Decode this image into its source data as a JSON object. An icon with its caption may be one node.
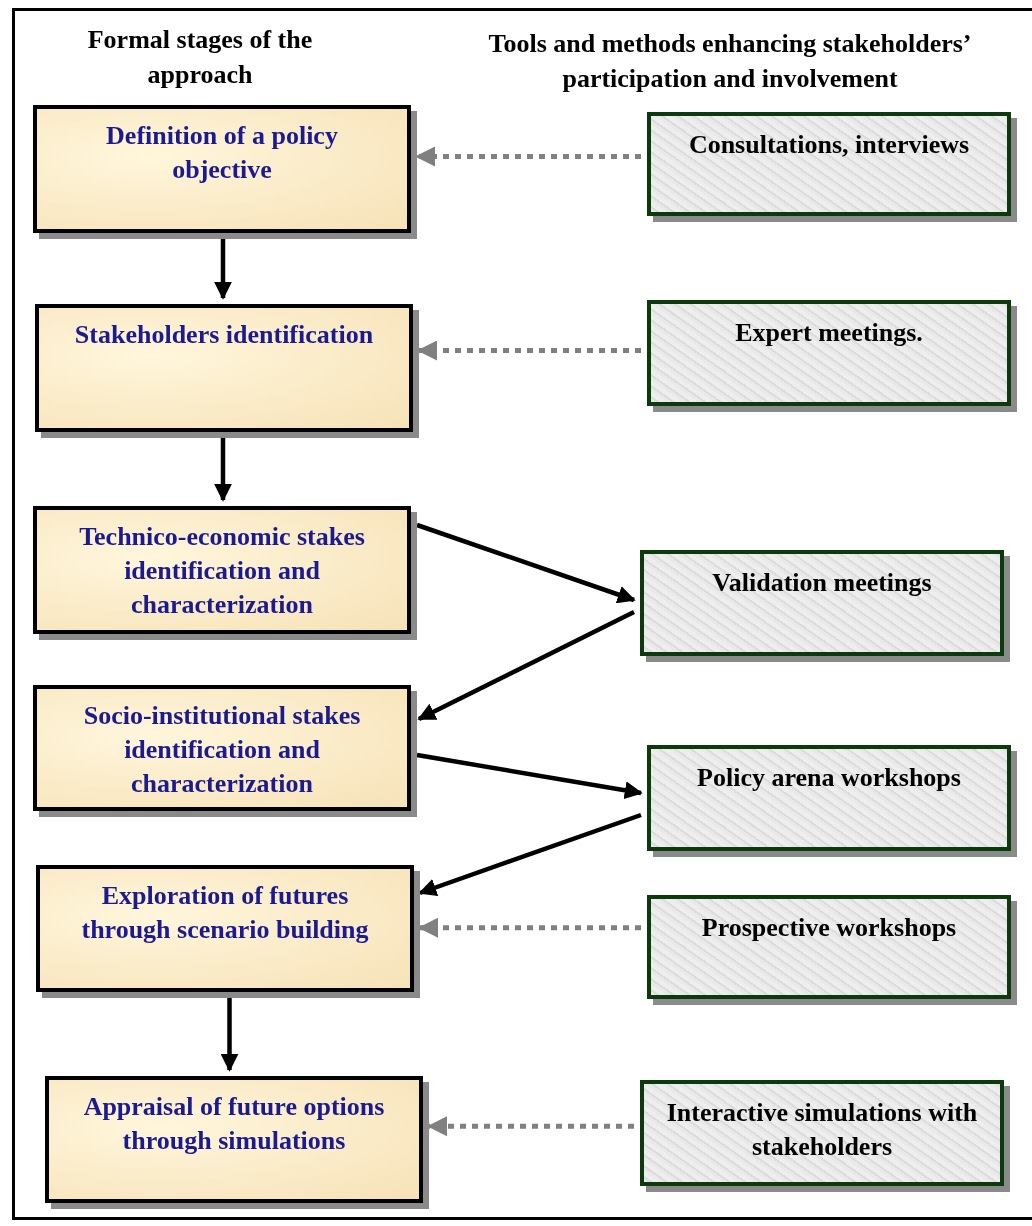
{
  "diagram": {
    "nodes": [
      {
        "text": [
          "Definition of a policy objective"
        ]
      },
      {
        "text": [
          "Stakeholders identification"
        ]
      },
      {
        "text": [
          "Technico-economic stakes identification and characterization"
        ]
      },
      {
        "text": [
          "Socio-institutional stakes identification and characterization"
        ]
      },
      {
        "text": [
          "Exploration of futures through scenario building"
        ]
      },
      {
        "text": [
          "Appraisal of future options through simulations"
        ]
      },
      {
        "text": [
          "Consultations, interviews"
        ]
      },
      {
        "text": [
          "Expert meetings."
        ]
      },
      {
        "text": [
          "Validation meetings"
        ]
      },
      {
        "text": [
          "Policy arena workshops"
        ]
      },
      {
        "text": [
          "Prospective workshops"
        ]
      },
      {
        "text": [
          "Interactive simulations with stakeholders"
        ]
      }
    ],
    "edges": [
      {
        "from": 0,
        "to": 1,
        "arrow": "to"
      },
      {
        "from": 1,
        "to": 2,
        "arrow": "to"
      },
      {
        "from": 4,
        "to": 5,
        "arrow": "to"
      },
      {
        "from": 6,
        "to": 0,
        "arrow": "to",
        "style": "dashed",
        "color": "#808080"
      },
      {
        "from": 7,
        "to": 1,
        "arrow": "to",
        "style": "dashed",
        "color": "#808080"
      },
      {
        "from": 2,
        "to": 8,
        "arrow": "to"
      },
      {
        "from": 8,
        "to": 3,
        "arrow": "to"
      },
      {
        "from": 3,
        "to": 9,
        "arrow": "to"
      },
      {
        "from": 9,
        "to": 4,
        "arrow": "to"
      },
      {
        "from": 10,
        "to": 4,
        "arrow": "to",
        "style": "dashed",
        "color": "#808080"
      },
      {
        "from": 11,
        "to": 5,
        "arrow": "to",
        "style": "dashed",
        "color": "#808080"
      }
    ],
    "labels": [
      "Formal stages of the approach",
      "Tools and methods enhancing stakeholders’ participation and involvement"
    ]
  }
}
